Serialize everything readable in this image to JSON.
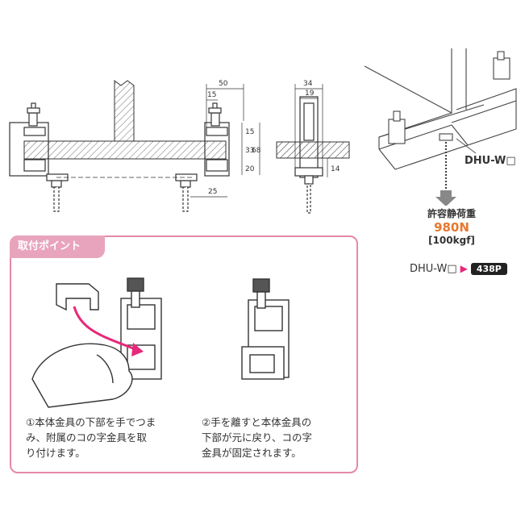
{
  "drawing": {
    "dims_front": [
      "50",
      "15",
      "15",
      "33",
      "68",
      "20",
      "25"
    ],
    "dims_side": [
      "34",
      "19",
      "14"
    ]
  },
  "model": {
    "label": "DHU-W□"
  },
  "load": {
    "title": "許容静荷重",
    "value": "980N",
    "unit": "[100kgf]"
  },
  "reference": {
    "model": "DHU-W□",
    "page": "438P"
  },
  "panel": {
    "title": "取付ポイント",
    "step1": "①本体金具の下部を手でつま\nみ、附属のコの字金具を取\nり付けます。",
    "step2": "②手を離すと本体金具の\n下部が元に戻り、コの字\n金具が固定されます。"
  },
  "colors": {
    "accent_pink": "#e48aa8",
    "load_orange": "#e8772e",
    "arrow_magenta": "#e8287a"
  }
}
